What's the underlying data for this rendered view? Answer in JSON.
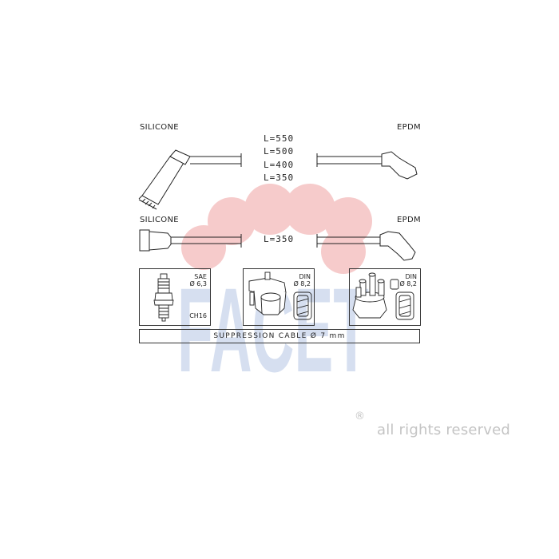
{
  "labels": {
    "top_left_material": "SILICONE",
    "top_right_material": "EPDM",
    "bottom_left_material": "SILICONE",
    "bottom_right_material": "EPDM"
  },
  "lengths_top": [
    "L=550",
    "L=500",
    "L=400",
    "L=350"
  ],
  "length_bottom": "L=350",
  "specs": {
    "spark_plug": {
      "standard": "SAE",
      "diameter": "Ø 6,3",
      "code": "CH16"
    },
    "coil": {
      "standard": "DIN",
      "diameter": "Ø 8,2"
    },
    "distributor": {
      "standard": "DIN",
      "diameter": "Ø 8,2"
    }
  },
  "suppression_cable": "SUPPRESSION CABLE  Ø  7 mm",
  "watermark": {
    "text": "FACET",
    "blue": "#c9d6ea",
    "red": "#f4c0c0"
  },
  "copyright": {
    "symbol": "®",
    "text": "all rights reserved"
  }
}
